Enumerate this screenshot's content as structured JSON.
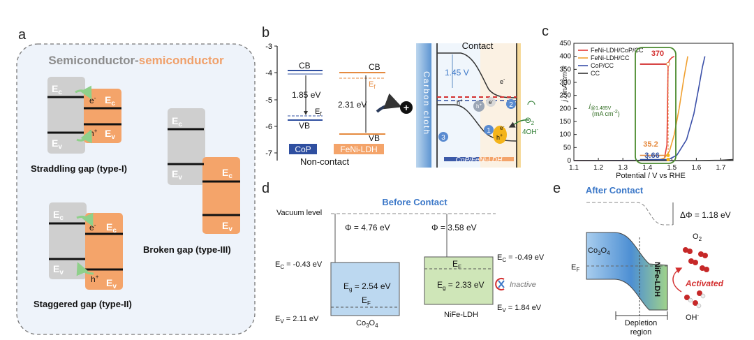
{
  "colors": {
    "orange": "#f4a46a",
    "orange_dark": "#e58a3f",
    "gray": "#cfcfcf",
    "blue": "#2f4fa0",
    "light_blue": "#bcd8f0",
    "green_fill": "#cfe6b8",
    "green_text": "#2e7d32",
    "red": "#e53935",
    "text": "#222222",
    "title_blue": "#3c78c8"
  },
  "panel_a": {
    "letter": "a",
    "title_part1": "Semiconductor-",
    "title_part2": "semiconductor",
    "ec": "E",
    "ec_sub": "c",
    "ev": "E",
    "ev_sub": "v",
    "electron": "e",
    "electron_sup": "-",
    "hole": "h",
    "hole_sup": "+",
    "type1": "Straddling gap (type-I)",
    "type2": "Staggered gap (type-II)",
    "type3": "Broken gap (type-III)"
  },
  "panel_b": {
    "letter": "b",
    "yticks": [
      "-3",
      "-4",
      "-5",
      "-6",
      "-7"
    ],
    "cb": "CB",
    "vb": "VB",
    "ef": "E",
    "ef_sub": "f",
    "gap_cop": "1.85 eV",
    "gap_feni": "2.31 eV",
    "label_cop": "CoP",
    "label_feni": "FeNi-LDH",
    "noncontact": "Non-contact",
    "contact": "Contact",
    "carbon_cloth": "Carbon cloth",
    "bend": "1.45 V",
    "interface": "CoP/FeNi-LDH",
    "o2": "O",
    "o2_sub": "2",
    "oh": "4OH",
    "oh_sup": "-",
    "markers": [
      "1",
      "2",
      "3"
    ],
    "plus_sign": "+"
  },
  "panel_c": {
    "letter": "c",
    "legend": [
      "FeNi-LDH/CoP/CC",
      "FeNi-LDH/CC",
      "CoP/CC",
      "CC"
    ],
    "ann_370": "370",
    "ann_352": "35.2",
    "ann_366": "3.66",
    "j_label": "j",
    "j_sub": "@1.485V",
    "j_unit": "(mA cm",
    "j_unit_sup": "-2",
    "j_close": ")"
  },
  "panel_d": {
    "letter": "d",
    "title": "Before Contact",
    "vacuum": "Vacuum level",
    "phi1": "Φ = 4.76 eV",
    "phi2": "Φ = 3.58 eV",
    "ec_left": "E",
    "ec_left_sub": "C",
    "ec_left_val": " = -0.43 eV",
    "ev_left": "E",
    "ev_left_sub": "V",
    "ev_left_val": " = 2.11 eV",
    "ec_right": "E",
    "ec_right_sub": "C",
    "ec_right_val": " = -0.49 eV",
    "ev_right": "E",
    "ev_right_sub": "V",
    "ev_right_val": " = 1.84 eV",
    "eg1": "E",
    "eg1_sub": "g",
    "eg1_val": " = 2.54 eV",
    "eg2": "E",
    "eg2_sub": "g",
    "eg2_val": " = 2.33 eV",
    "ef": "E",
    "ef_sub": "F",
    "mat1": "Co",
    "mat1_sub": "3",
    "mat1_mid": "O",
    "mat1_sub2": "4",
    "mat2": "NiFe-LDH",
    "inactive": "Inactive"
  },
  "panel_e": {
    "letter": "e",
    "title": "After Contact",
    "dphi": "ΔΦ = 1.18 eV",
    "mat1": "Co",
    "mat1_sub": "3",
    "mat1_mid": "O",
    "mat1_sub2": "4",
    "mat2": "NiFe-LDH",
    "ef": "E",
    "ef_sub": "F",
    "o2": "O",
    "o2_sub": "2",
    "activated": "Activated",
    "oh": "OH",
    "oh_sup": "-",
    "depletion1": "Depletion",
    "depletion2": "region"
  },
  "chart_data": {
    "type": "line",
    "xlabel": "Potential / V vs RHE",
    "ylabel": "j / mA·cm⁻²",
    "xlim": [
      1.1,
      1.75
    ],
    "ylim": [
      0,
      450
    ],
    "xticks": [
      1.1,
      1.2,
      1.3,
      1.4,
      1.5,
      1.6,
      1.7
    ],
    "yticks": [
      0,
      50,
      100,
      150,
      200,
      250,
      300,
      350,
      400,
      450
    ],
    "legend_position": "top-left",
    "series": [
      {
        "name": "FeNi-LDH/CoP/CC",
        "color": "#e53935",
        "x": [
          1.1,
          1.4,
          1.45,
          1.47,
          1.48,
          1.485,
          1.49,
          1.5,
          1.51
        ],
        "y": [
          0,
          0,
          2,
          10,
          60,
          370,
          385,
          395,
          400
        ]
      },
      {
        "name": "FeNi-LDH/CC",
        "color": "#f0a030",
        "x": [
          1.1,
          1.44,
          1.47,
          1.49,
          1.51,
          1.53,
          1.55,
          1.565
        ],
        "y": [
          0,
          0,
          10,
          35,
          100,
          200,
          320,
          400
        ]
      },
      {
        "name": "CoP/CC",
        "color": "#3a4fa8",
        "x": [
          1.1,
          1.48,
          1.52,
          1.56,
          1.59,
          1.61,
          1.625,
          1.635
        ],
        "y": [
          0,
          1,
          20,
          80,
          180,
          280,
          360,
          400
        ]
      },
      {
        "name": "CC",
        "color": "#333333",
        "x": [
          1.1,
          1.6,
          1.7,
          1.75
        ],
        "y": [
          0,
          0,
          1,
          4
        ]
      }
    ]
  }
}
